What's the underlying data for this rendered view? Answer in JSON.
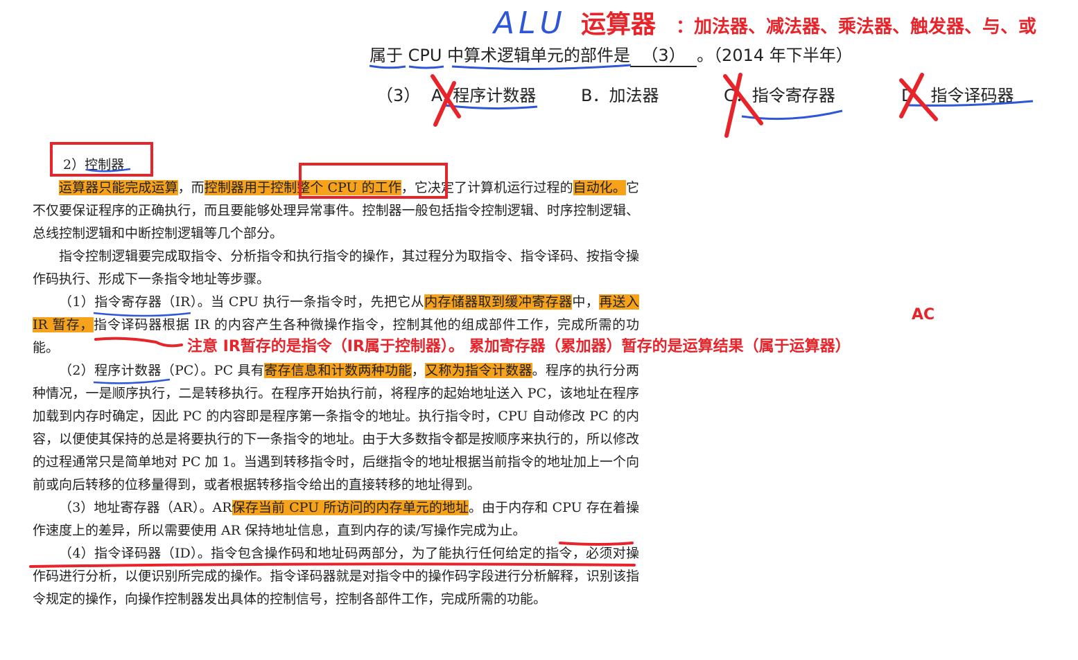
{
  "header": {
    "handwritten_note": "ALU",
    "topic_title": "运算器",
    "topic_list": "：加法器、减法器、乘法器、触发器、与、或"
  },
  "question": {
    "stem_prefix": "属于 CPU 中算术逻辑单元的部件是",
    "blank": "（3）",
    "stem_suffix": "。（2014 年下半年）",
    "options_label": "（3）",
    "option_a": "A. 程序计数器",
    "option_b": "B．加法器",
    "option_c": "C．指令寄存器",
    "option_d": "D．指令译码器"
  },
  "document": {
    "section_head": "2）控制器",
    "p1_a": "运算器",
    "p1_b": "只能完成运算",
    "p1_c": "，而",
    "p1_d": "控制器用于控制整个 CPU 的工作",
    "p1_e": "，它决定了计算机运行过程的",
    "p1_f": "自动化。",
    "p1_g": "它不仅要保证程序的正确执行，而且要能够处理异常事件。控制器一般包括指令控制逻辑、时序控制逻辑、总线控制逻辑和中断控制逻辑等几个部分。",
    "p2": "指令控制逻辑要完成取指令、分析指令和执行指令的操作，其过程分为取指令、指令译码、按指令操作码执行、形成下一条指令地址等步骤。",
    "p3_a": "（1）指令寄存器（IR）。当 CPU 执行一条指令时，先把它从",
    "p3_b": "内存储器取到缓冲寄存器",
    "p3_c": "中，",
    "p3_d": "再送入 IR 暂存，",
    "p3_e": "指令译码器根据 IR 的内容产生各种微操作指令，控制其他的组成部件工作，完成所需的功能。",
    "p4_a": "（2）程序计数器（PC）。PC 具有",
    "p4_b": "寄存信息和计数两种功能",
    "p4_c": "，",
    "p4_d": "又称为指令计数器",
    "p4_e": "。程序的执行分两种情况，一是顺序执行，二是转移执行。在程序开始执行前，将程序的起始地址送入 PC，该地址在程序加载到内存时确定，因此 PC 的内容即是程序第一条指令的地址。执行指令时，CPU 自动修改 PC 的内容，以便使其保持的总是将要执行的下一条指令的地址。由于大多数指令都是按顺序来执行的，所以修改的过程通常只是简单地对 PC 加 1。当遇到转移指令时，后继指令的地址根据当前指令的地址加上一个向前或向后转移的位移量得到，或者根据转移指令给出的直接转移的地址得到。",
    "p5_a": "（3）地址寄存器（AR）。AR",
    "p5_b": "保存当前 CPU 所访问的内存单元的地址",
    "p5_c": "。由于内存和 CPU 存在着操作速度上的差异，所以需要使用 AR 保持地址信息，直到内存的读/写操作完成为止。",
    "p6": "（4）指令译码器（ID）。指令包含操作码和地址码两部分，为了能执行任何给定的指令，必须对操作码进行分析，以便识别所完成的操作。指令译码器就是对指令中的操作码字段进行分析解释，识别该指令规定的操作，向操作控制器发出具体的控制信号，控制各部件工作，完成所需的功能。"
  },
  "annotations": {
    "note": "注意 IR暂存的是指令（IR属于控制器）。 累加寄存器（累加器）暂存的是运算结果（属于运算器）",
    "answer": "AC"
  },
  "colors": {
    "annotation_red": "#e8242b",
    "handwriting_blue": "#2f56d6",
    "highlight_orange": "#f6a21b"
  }
}
